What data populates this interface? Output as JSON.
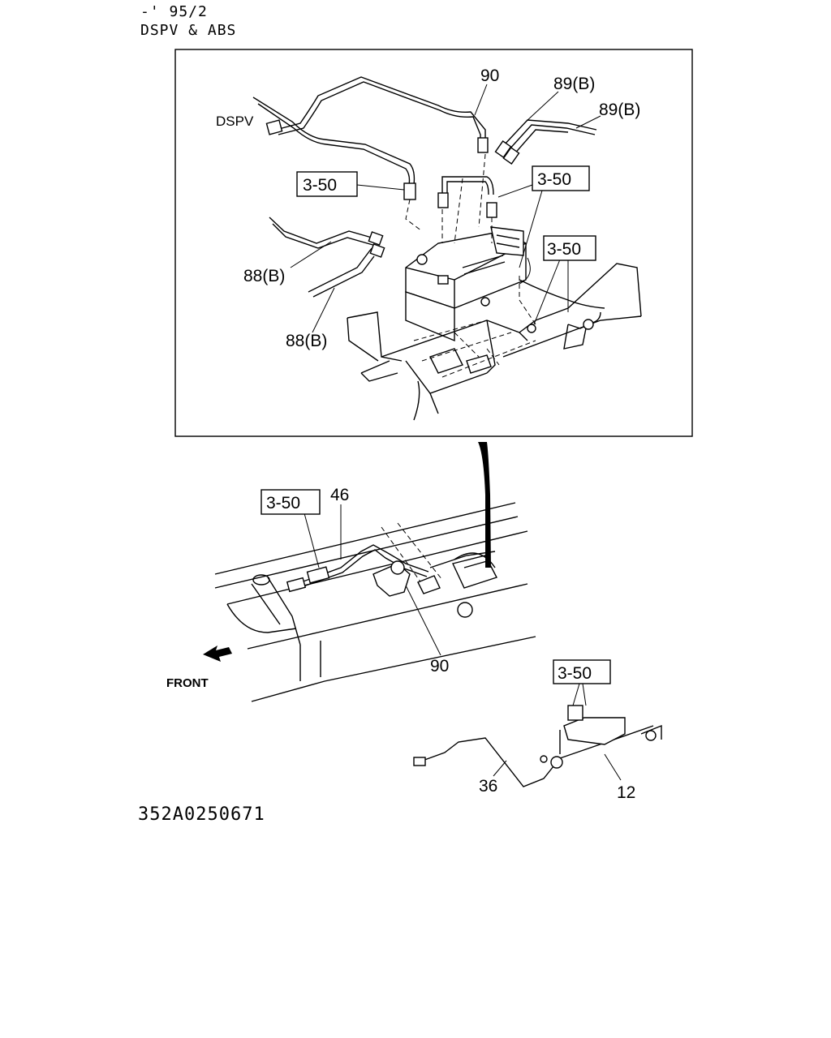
{
  "header": {
    "line1": "-' 95/2",
    "line2": "DSPV & ABS"
  },
  "doc_number": "352A0250671",
  "callouts": {
    "part_90": "90",
    "part_89b": "89(B)",
    "part_88b": "88(B)",
    "part_46": "46",
    "part_36": "36",
    "part_12": "12",
    "dspv": "DSPV",
    "ref_3_50": "3-50",
    "front": "FRONT"
  }
}
